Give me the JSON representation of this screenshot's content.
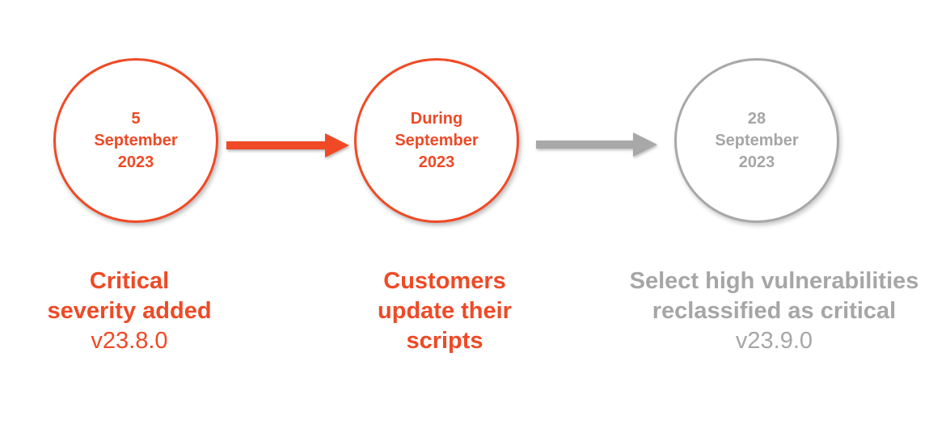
{
  "colors": {
    "active": "#ee4a26",
    "future": "#a6a6a6"
  },
  "steps": [
    {
      "date_lines": [
        "5",
        "September",
        "2023"
      ],
      "title_lines": [
        "Critical",
        "severity added"
      ],
      "version": "v23.8.0"
    },
    {
      "date_lines": [
        "During",
        "September",
        "2023"
      ],
      "title_lines": [
        "Customers",
        "update their",
        "scripts"
      ],
      "version": ""
    },
    {
      "date_lines": [
        "28",
        "September",
        "2023"
      ],
      "title_lines": [
        "Select high vulnerabilities",
        "reclassified as critical"
      ],
      "version": "v23.9.0"
    }
  ]
}
